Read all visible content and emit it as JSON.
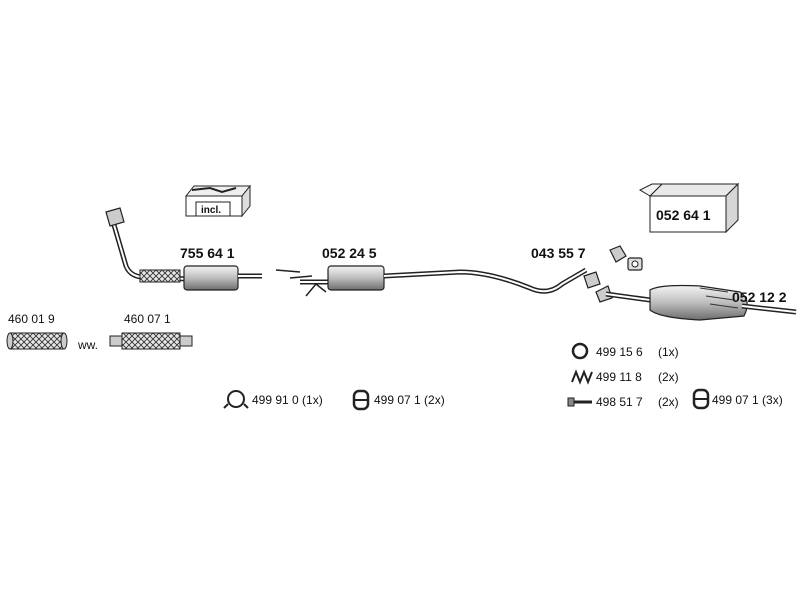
{
  "parts": {
    "front_pipe": "755 64 1",
    "mid_muffler": "052 24 5",
    "mid_pipe": "043 55 7",
    "rear_muffler": "052 12 2",
    "mount_kit": "052 64 1",
    "kit_incl": "incl.",
    "flex_a": "460 01 9",
    "flex_b": "460 07 1",
    "ww": "ww."
  },
  "accessories": {
    "clamp": "499 91 0 (1x)",
    "rubber_a": "499 07 1 (2x)",
    "ring": "499 15 6",
    "ring_qty": "(1x)",
    "spring": "499 11 8",
    "spring_qty": "(2x)",
    "bolt": "498 51 7",
    "bolt_qty": "(2x)",
    "rubber_b": "499 07 1 (3x)"
  }
}
